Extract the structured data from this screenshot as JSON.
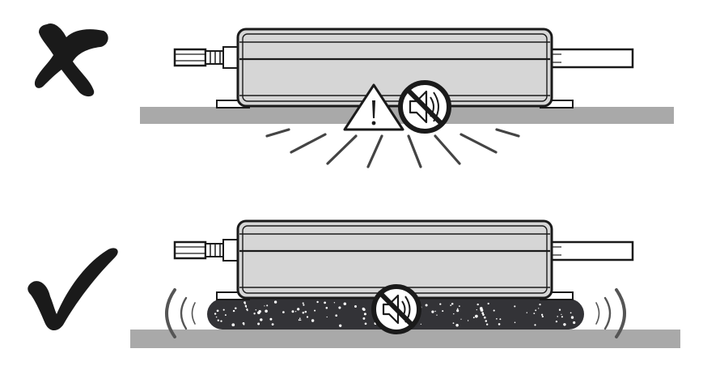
{
  "colors": {
    "ink": "#1a1a1a",
    "device_fill": "#d6d6d6",
    "surface": "#a9a9a9",
    "speed_lines": "#444444",
    "pad_fill": "#333337",
    "pad_speckle": "#ffffff",
    "acoustic_waves": "#555555",
    "background": "#ffffff"
  },
  "panels": [
    {
      "id": "incorrect",
      "verdict": "incorrect",
      "verdict_icon": "cross-mark-icon",
      "overlay_icons": [
        "warning-triangle-icon",
        "speaker-muted-icon"
      ]
    },
    {
      "id": "correct",
      "verdict": "correct",
      "verdict_icon": "check-mark-icon",
      "overlay_icons": [
        "speaker-muted-icon"
      ],
      "mounting": "foam-damping-pad"
    }
  ]
}
